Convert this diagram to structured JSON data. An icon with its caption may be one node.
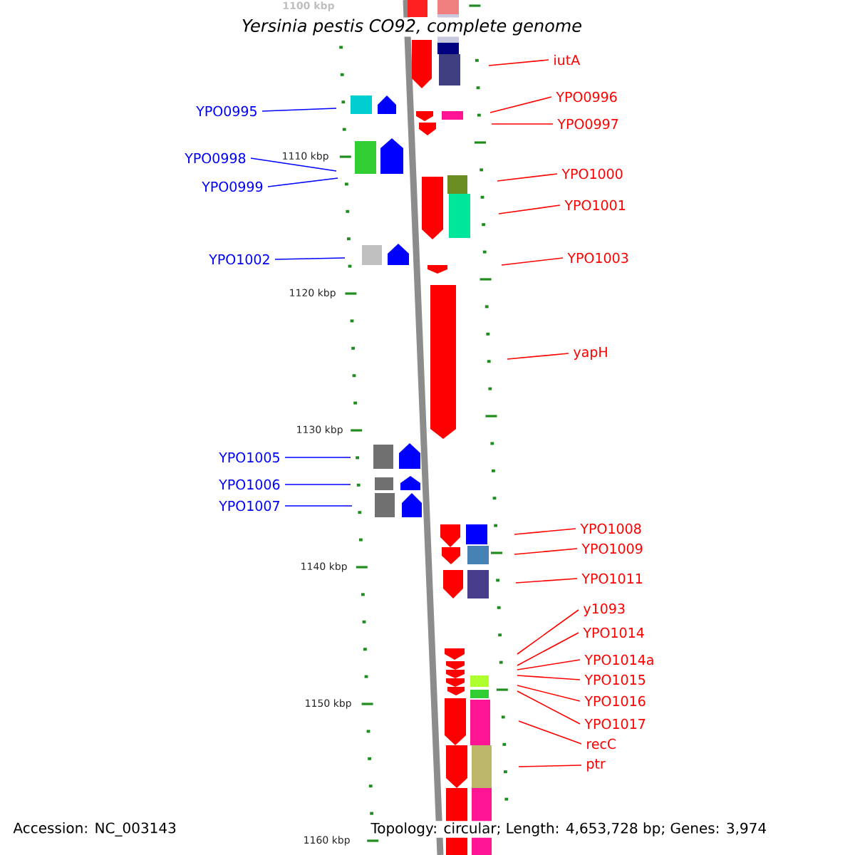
{
  "diagram": {
    "title": "Yersinia pestis CO92, complete genome",
    "nodes": [
      {
        "text": [
          "iutA"
        ]
      },
      {
        "text": [
          "YPO0995"
        ]
      },
      {
        "text": [
          "YPO0996"
        ]
      },
      {
        "text": [
          "YPO0997"
        ]
      },
      {
        "text": [
          "YPO0998"
        ]
      },
      {
        "text": [
          "YPO0999"
        ]
      },
      {
        "text": [
          "YPO1000"
        ]
      },
      {
        "text": [
          "YPO1001"
        ]
      },
      {
        "text": [
          "YPO1002"
        ]
      },
      {
        "text": [
          "YPO1003"
        ]
      },
      {
        "text": [
          "yapH"
        ]
      },
      {
        "text": [
          "YPO1005"
        ]
      },
      {
        "text": [
          "YPO1006"
        ]
      },
      {
        "text": [
          "YPO1007"
        ]
      },
      {
        "text": [
          "YPO1008"
        ]
      },
      {
        "text": [
          "YPO1009"
        ]
      },
      {
        "text": [
          "YPO1011"
        ]
      },
      {
        "text": [
          "y1093"
        ]
      },
      {
        "text": [
          "YPO1014"
        ]
      },
      {
        "text": [
          "YPO1014a"
        ]
      },
      {
        "text": [
          "YPO1015"
        ]
      },
      {
        "text": [
          "YPO1016"
        ]
      },
      {
        "text": [
          "YPO1017"
        ]
      },
      {
        "text": [
          "recC"
        ]
      },
      {
        "text": [
          "ptr"
        ]
      }
    ],
    "edges": [
      {
        "from": 0,
        "to": null,
        "arrow": "none"
      },
      {
        "from": 1,
        "to": null,
        "arrow": "none",
        "color": "#0000ff"
      },
      {
        "from": 2,
        "to": null,
        "arrow": "none"
      },
      {
        "from": 3,
        "to": null,
        "arrow": "none"
      },
      {
        "from": 4,
        "to": null,
        "arrow": "none",
        "color": "#0000ff"
      },
      {
        "from": 5,
        "to": null,
        "arrow": "none",
        "color": "#0000ff"
      },
      {
        "from": 6,
        "to": null,
        "arrow": "none"
      },
      {
        "from": 7,
        "to": null,
        "arrow": "none"
      },
      {
        "from": 8,
        "to": null,
        "arrow": "none",
        "color": "#0000ff"
      },
      {
        "from": 9,
        "to": null,
        "arrow": "none"
      },
      {
        "from": 10,
        "to": null,
        "arrow": "none"
      },
      {
        "from": 11,
        "to": null,
        "arrow": "none",
        "color": "#0000ff"
      },
      {
        "from": 12,
        "to": null,
        "arrow": "none",
        "color": "#0000ff"
      },
      {
        "from": 13,
        "to": null,
        "arrow": "none",
        "color": "#0000ff"
      },
      {
        "from": 14,
        "to": null,
        "arrow": "none"
      },
      {
        "from": 15,
        "to": null,
        "arrow": "none"
      },
      {
        "from": 16,
        "to": null,
        "arrow": "none"
      },
      {
        "from": 17,
        "to": null,
        "arrow": "none"
      },
      {
        "from": 18,
        "to": null,
        "arrow": "none"
      },
      {
        "from": 19,
        "to": null,
        "arrow": "none"
      },
      {
        "from": 20,
        "to": null,
        "arrow": "none"
      },
      {
        "from": 21,
        "to": null,
        "arrow": "none"
      },
      {
        "from": 22,
        "to": null,
        "arrow": "none"
      },
      {
        "from": 23,
        "to": null,
        "arrow": "none"
      },
      {
        "from": 24,
        "to": null,
        "arrow": "none"
      }
    ],
    "labels": [
      "1100 kbp",
      "1110 kbp",
      "1120 kbp",
      "1130 kbp",
      "1140 kbp",
      "1150 kbp",
      "1160 kbp",
      "Accession: NC_003143",
      "Topology: circular; Length: 4,653,728 bp; Genes: 3,974"
    ]
  }
}
